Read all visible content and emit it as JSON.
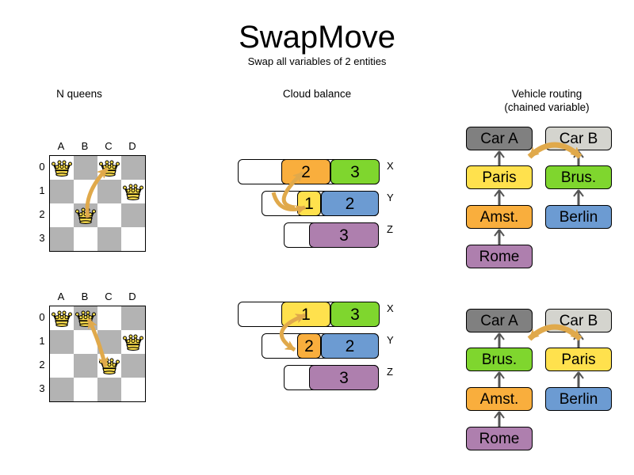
{
  "header": {
    "title": "SwapMove",
    "subtitle": "Swap all variables of 2 entities"
  },
  "columns": {
    "nqueens": "N queens",
    "cloud": "Cloud balance",
    "vrp_line1": "Vehicle routing",
    "vrp_line2": "(chained variable)"
  },
  "colors": {
    "yellow": "#FFE14D",
    "green": "#7FD62E",
    "orange": "#F9AE3D",
    "blue": "#6C9BD2",
    "purple": "#AE7FAE",
    "gray_dark": "#808080",
    "gray_light": "#D4D4CE",
    "board_dark": "#B3B3B3",
    "board_light": "#FFFFFF",
    "arrow": "#E0A94B",
    "queen": "#FFE14D"
  },
  "nqueens": {
    "col_labels": [
      "A",
      "B",
      "C",
      "D"
    ],
    "row_labels": [
      "0",
      "1",
      "2",
      "3"
    ],
    "before": {
      "queens": [
        {
          "col": 0,
          "row": 0
        },
        {
          "col": 2,
          "row": 0
        },
        {
          "col": 3,
          "row": 1
        },
        {
          "col": 1,
          "row": 2
        }
      ],
      "move": {
        "from_col": 1,
        "from_row": 2,
        "to_col": 2,
        "to_row": 0,
        "double": false
      }
    },
    "after": {
      "queens": [
        {
          "col": 0,
          "row": 0
        },
        {
          "col": 1,
          "row": 0
        },
        {
          "col": 3,
          "row": 1
        },
        {
          "col": 2,
          "row": 2
        }
      ],
      "move": {
        "from_col": 1,
        "from_row": 0,
        "to_col": 2,
        "to_row": 2,
        "double": true
      }
    }
  },
  "cloud_balance": {
    "before": {
      "rows": [
        {
          "label": "X",
          "segments": [
            {
              "value": "2",
              "color": "#F9AE3D"
            },
            {
              "value": "3",
              "color": "#7FD62E"
            }
          ]
        },
        {
          "label": "Y",
          "segments": [
            {
              "value": "1",
              "color": "#FFE14D"
            },
            {
              "value": "2",
              "color": "#6C9BD2"
            }
          ]
        },
        {
          "label": "Z",
          "segments": [
            {
              "value": "3",
              "color": "#AE7FAE"
            }
          ]
        }
      ]
    },
    "after": {
      "rows": [
        {
          "label": "X",
          "segments": [
            {
              "value": "1",
              "color": "#FFE14D"
            },
            {
              "value": "3",
              "color": "#7FD62E"
            }
          ]
        },
        {
          "label": "Y",
          "segments": [
            {
              "value": "2",
              "color": "#F9AE3D"
            },
            {
              "value": "2",
              "color": "#6C9BD2"
            }
          ]
        },
        {
          "label": "Z",
          "segments": [
            {
              "value": "3",
              "color": "#AE7FAE"
            }
          ]
        }
      ]
    }
  },
  "vehicle_routing": {
    "before": {
      "vehicles": [
        {
          "name": "Car A",
          "color": "#808080"
        },
        {
          "name": "Car B",
          "color": "#D4D4CE"
        }
      ],
      "chain_a": [
        {
          "name": "Paris",
          "color": "#FFE14D"
        },
        {
          "name": "Amst.",
          "color": "#F9AE3D"
        },
        {
          "name": "Rome",
          "color": "#AE7FAE"
        }
      ],
      "chain_b": [
        {
          "name": "Brus.",
          "color": "#7FD62E"
        },
        {
          "name": "Berlin",
          "color": "#6C9BD2"
        }
      ]
    },
    "after": {
      "vehicles": [
        {
          "name": "Car A",
          "color": "#808080"
        },
        {
          "name": "Car B",
          "color": "#D4D4CE"
        }
      ],
      "chain_a": [
        {
          "name": "Brus.",
          "color": "#7FD62E"
        },
        {
          "name": "Amst.",
          "color": "#F9AE3D"
        },
        {
          "name": "Rome",
          "color": "#AE7FAE"
        }
      ],
      "chain_b": [
        {
          "name": "Paris",
          "color": "#FFE14D"
        },
        {
          "name": "Berlin",
          "color": "#6C9BD2"
        }
      ]
    }
  }
}
